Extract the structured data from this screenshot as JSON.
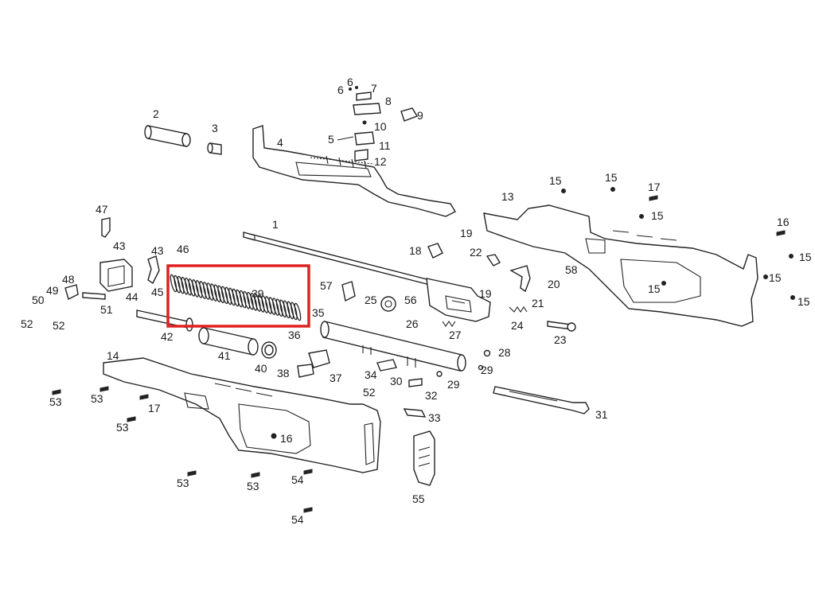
{
  "highlight_color": "#e02020",
  "labels": {
    "p1": "1",
    "p2": "2",
    "p3": "3",
    "p4": "4",
    "p5": "5",
    "p6a": "6",
    "p6b": "6",
    "p7": "7",
    "p8": "8",
    "p9": "9",
    "p10": "10",
    "p11": "11",
    "p12": "12",
    "p13": "13",
    "p14": "14",
    "p15a": "15",
    "p15b": "15",
    "p15c": "15",
    "p15d": "15",
    "p15e": "15",
    "p15f": "15",
    "p15g": "15",
    "p16a": "16",
    "p16b": "16",
    "p17a": "17",
    "p17b": "17",
    "p18": "18",
    "p19a": "19",
    "p19b": "19",
    "p20": "20",
    "p21": "21",
    "p22": "22",
    "p23": "23",
    "p24": "24",
    "p25": "25",
    "p26": "26",
    "p27": "27",
    "p28": "28",
    "p29a": "29",
    "p29b": "29",
    "p30": "30",
    "p31": "31",
    "p32": "32",
    "p33": "33",
    "p34": "34",
    "p35": "35",
    "p36": "36",
    "p37": "37",
    "p38": "38",
    "p39": "39",
    "p40": "40",
    "p41": "41",
    "p42": "42",
    "p43a": "43",
    "p43b": "43",
    "p44": "44",
    "p45": "45",
    "p46": "46",
    "p47": "47",
    "p48": "48",
    "p49": "49",
    "p50": "50",
    "p51": "51",
    "p52a": "52",
    "p52b": "52",
    "p52c": "52",
    "p53a": "53",
    "p53b": "53",
    "p53c": "53",
    "p53d": "53",
    "p53e": "53",
    "p54a": "54",
    "p54b": "54",
    "p55": "55",
    "p56": "56",
    "p57": "57",
    "p58": "58"
  }
}
